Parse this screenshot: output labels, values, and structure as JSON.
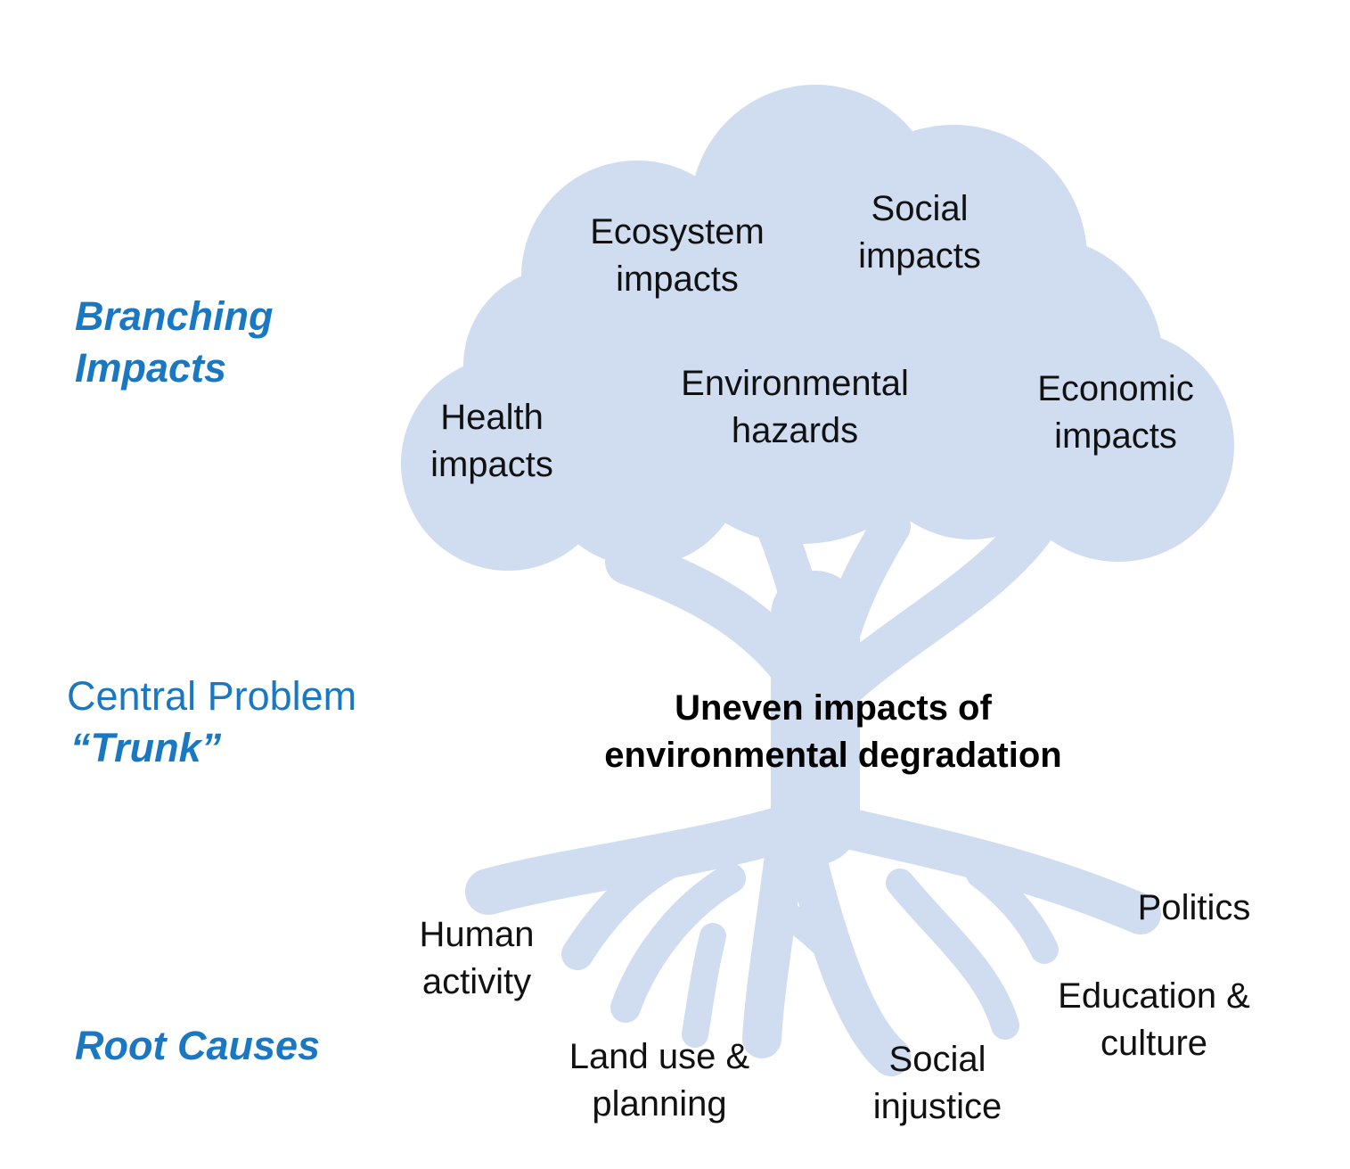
{
  "colors": {
    "tree_fill": "#d0dcf0",
    "label_blue": "#1a78c2",
    "text": "#111111"
  },
  "side_labels": {
    "impacts": {
      "line1": "Branching",
      "line2": "Impacts"
    },
    "problem": {
      "line1": "Central Problem",
      "line2": "“Trunk”"
    },
    "causes": {
      "line1": "Root Causes"
    }
  },
  "central_problem": {
    "line1": "Uneven impacts of",
    "line2": "environmental degradation"
  },
  "impacts": [
    {
      "line1": "Ecosystem",
      "line2": "impacts"
    },
    {
      "line1": "Social",
      "line2": "impacts"
    },
    {
      "line1": "Health",
      "line2": "impacts"
    },
    {
      "line1": "Environmental",
      "line2": "hazards"
    },
    {
      "line1": "Economic",
      "line2": "impacts"
    }
  ],
  "causes": [
    {
      "line1": "Human",
      "line2": "activity"
    },
    {
      "line1": "Land use &",
      "line2": "planning"
    },
    {
      "line1": "Social",
      "line2": "injustice"
    },
    {
      "line1": "Education &",
      "line2": "culture"
    },
    {
      "line1": "Politics",
      "line2": ""
    }
  ]
}
